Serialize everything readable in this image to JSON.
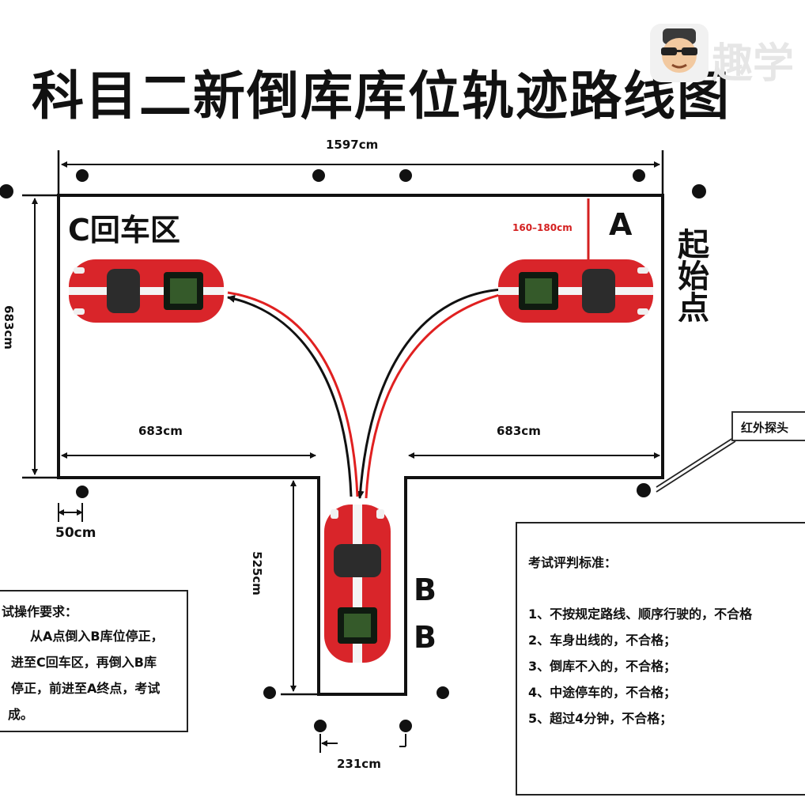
{
  "title": "科目二新倒库库位轨迹路线图",
  "watermark": {
    "icon": "sunglasses-face-icon",
    "text": "趣学"
  },
  "dimensions": {
    "top_width": "1597cm",
    "left_height": "683cm",
    "left_lane_width": "683cm",
    "right_lane_width": "683cm",
    "garage_depth": "525cm",
    "garage_width": "231cm",
    "edge_margin": "50cm",
    "stop_distance": "160–180cm"
  },
  "zones": {
    "c_area": "C回车区",
    "point_a": "A",
    "point_b1": "B",
    "point_b2": "B",
    "start_point": "起始点"
  },
  "infrared_label": "红外探头",
  "operation_box": {
    "heading": "试操作要求：",
    "lines": [
      "从A点倒入B库位停正，",
      "进至C回车区，再倒入B库",
      "停正，前进至A终点，考试",
      "成。"
    ]
  },
  "scoring_box": {
    "heading": "考试评判标准：",
    "items": [
      "1、不按规定路线、顺序行驶的，不合格",
      "2、车身出线的，不合格；",
      "3、倒库不入的，不合格；",
      "4、中途停车的，不合格；",
      "5、超过4分钟，不合格；"
    ]
  },
  "colors": {
    "car_body": "#d9252a",
    "track_red": "#e02020",
    "track_black": "#111111",
    "line": "#111111"
  }
}
